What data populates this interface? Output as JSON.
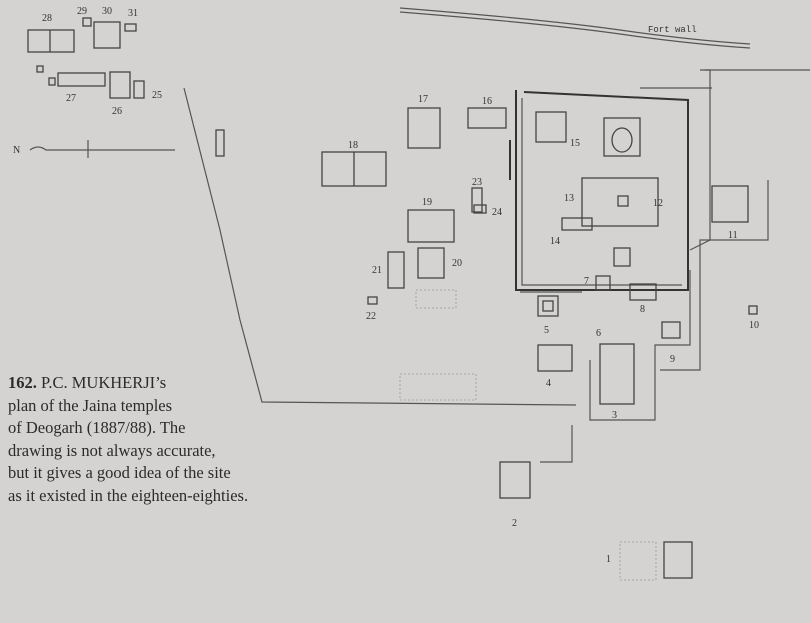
{
  "figure": {
    "number": "162.",
    "caption_lines": [
      "P.C. MUKHERJI’s",
      "plan of the Jaina temples",
      "of Deogarh (1887/88). The",
      "drawing is not always accurate,",
      "but it gives a good idea of the site",
      "as it existed in the eighteen-eighties."
    ]
  },
  "plan": {
    "wall_label": "Fort wall",
    "north_label": "N",
    "building_numbers": [
      "1",
      "2",
      "3",
      "4",
      "5",
      "6",
      "7",
      "8",
      "9",
      "10",
      "11",
      "12",
      "13",
      "14",
      "15",
      "16",
      "17",
      "18",
      "19",
      "20",
      "21",
      "22",
      "23",
      "24",
      "25",
      "26",
      "27",
      "28",
      "29",
      "30",
      "31"
    ]
  }
}
